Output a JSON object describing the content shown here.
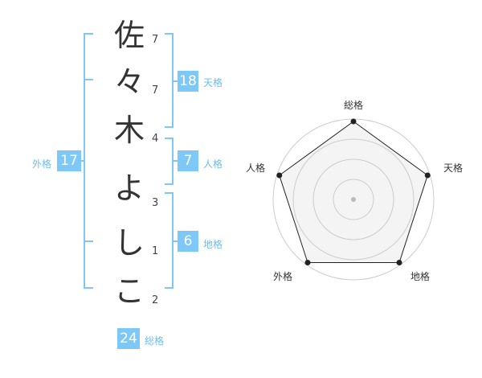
{
  "name_chars": [
    {
      "char": "佐",
      "strokes": "7"
    },
    {
      "char": "々",
      "strokes": "7"
    },
    {
      "char": "木",
      "strokes": "4"
    },
    {
      "char": "よ",
      "strokes": "3"
    },
    {
      "char": "し",
      "strokes": "1"
    },
    {
      "char": "こ",
      "strokes": "2"
    }
  ],
  "kaku": {
    "tenkaku": {
      "value": "18",
      "label": "天格"
    },
    "jinkaku": {
      "value": "7",
      "label": "人格"
    },
    "chikaku": {
      "value": "6",
      "label": "地格"
    },
    "gaikaku": {
      "value": "17",
      "label": "外格"
    },
    "soukaku": {
      "value": "24",
      "label": "総格"
    }
  },
  "radar": {
    "axes": [
      "総格",
      "天格",
      "地格",
      "外格",
      "人格"
    ],
    "levels": 4,
    "values": [
      1.0,
      1.0,
      1.0,
      1.0,
      1.0
    ],
    "colors": {
      "line": "#222222",
      "fill": "#f2f2f2",
      "grid": "#cccccc"
    }
  },
  "colors": {
    "accent": "#7ec8f7",
    "bracket": "#7ec8f7"
  }
}
